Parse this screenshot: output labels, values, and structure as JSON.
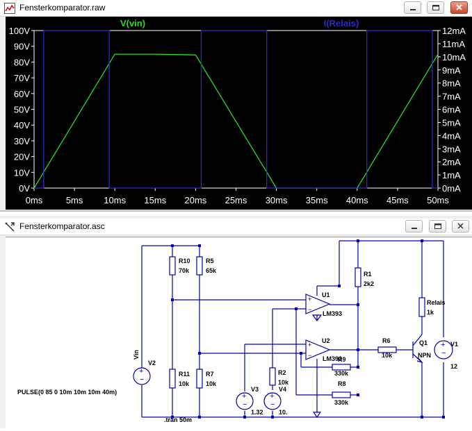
{
  "plot_window": {
    "title": "Fensterkomparator.raw",
    "buttons": {
      "minimize": "minimize-icon",
      "maximize": "maximize-icon",
      "close": "close-icon"
    }
  },
  "schematic_window": {
    "title": "Fensterkomparator.asc",
    "buttons": {
      "minimize": "minimize-icon",
      "maximize": "maximize-icon",
      "close": "close-icon"
    }
  },
  "chart_data": {
    "type": "line",
    "title": "",
    "xlabel": "",
    "ylabel": "",
    "x_ticks": [
      "0ms",
      "5ms",
      "10ms",
      "15ms",
      "20ms",
      "25ms",
      "30ms",
      "35ms",
      "40ms",
      "45ms",
      "50ms"
    ],
    "y_left_ticks": [
      "0V",
      "10V",
      "20V",
      "30V",
      "40V",
      "50V",
      "60V",
      "70V",
      "80V",
      "90V",
      "100V"
    ],
    "y_right_ticks": [
      "0mA",
      "1mA",
      "2mA",
      "3mA",
      "4mA",
      "5mA",
      "6mA",
      "7mA",
      "8mA",
      "9mA",
      "10mA",
      "11mA",
      "12mA"
    ],
    "xlim": [
      0,
      50
    ],
    "ylim_left": [
      0,
      100
    ],
    "ylim_right": [
      0,
      12
    ],
    "grid": false,
    "background": "#000000",
    "series": [
      {
        "name": "V(vin)",
        "color": "#22e022",
        "axis": "left",
        "points": [
          [
            0,
            0
          ],
          [
            10,
            85
          ],
          [
            15,
            85
          ],
          [
            20,
            84.5
          ],
          [
            30,
            0
          ],
          [
            40,
            0
          ],
          [
            50,
            85
          ]
        ]
      },
      {
        "name": "I(Relais)",
        "color": "#2a2ad0",
        "axis": "right",
        "points": [
          [
            0,
            0
          ],
          [
            1.2,
            0
          ],
          [
            1.2,
            12
          ],
          [
            9.3,
            12
          ],
          [
            9.3,
            0
          ],
          [
            20.7,
            0
          ],
          [
            20.7,
            12
          ],
          [
            28.8,
            12
          ],
          [
            28.8,
            0
          ],
          [
            41.2,
            0
          ],
          [
            41.2,
            12
          ],
          [
            49.3,
            12
          ],
          [
            49.3,
            0
          ],
          [
            50,
            0
          ]
        ]
      }
    ]
  },
  "schematic": {
    "components": {
      "R10": {
        "name": "R10",
        "value": "70k"
      },
      "R5": {
        "name": "R5",
        "value": "65k"
      },
      "R11": {
        "name": "R11",
        "value": "10k"
      },
      "R7": {
        "name": "R7",
        "value": "10k"
      },
      "R1": {
        "name": "R1",
        "value": "2k2"
      },
      "R2": {
        "name": "R2",
        "value": "10k"
      },
      "R6": {
        "name": "R6",
        "value": "10k"
      },
      "R8": {
        "name": "R8",
        "value": "330k"
      },
      "R9": {
        "name": "R9",
        "value": "330k"
      },
      "U1": {
        "name": "U1",
        "value": "LM393"
      },
      "U2": {
        "name": "U2",
        "value": "LM393"
      },
      "Q1": {
        "name": "Q1",
        "value": "NPN"
      },
      "Relais": {
        "name": "Relais",
        "value": "1k"
      },
      "V1": {
        "name": "V1",
        "value": "12"
      },
      "V2": {
        "name": "V2"
      },
      "V3": {
        "name": "V3",
        "value": "1.32"
      },
      "V4": {
        "name": "V4",
        "value": "10."
      }
    },
    "net_vin": "Vin",
    "pulse_directive": "PULSE(0 85 0 10m 10m 10m 40m)",
    "tran_directive": ".tran 50m"
  }
}
